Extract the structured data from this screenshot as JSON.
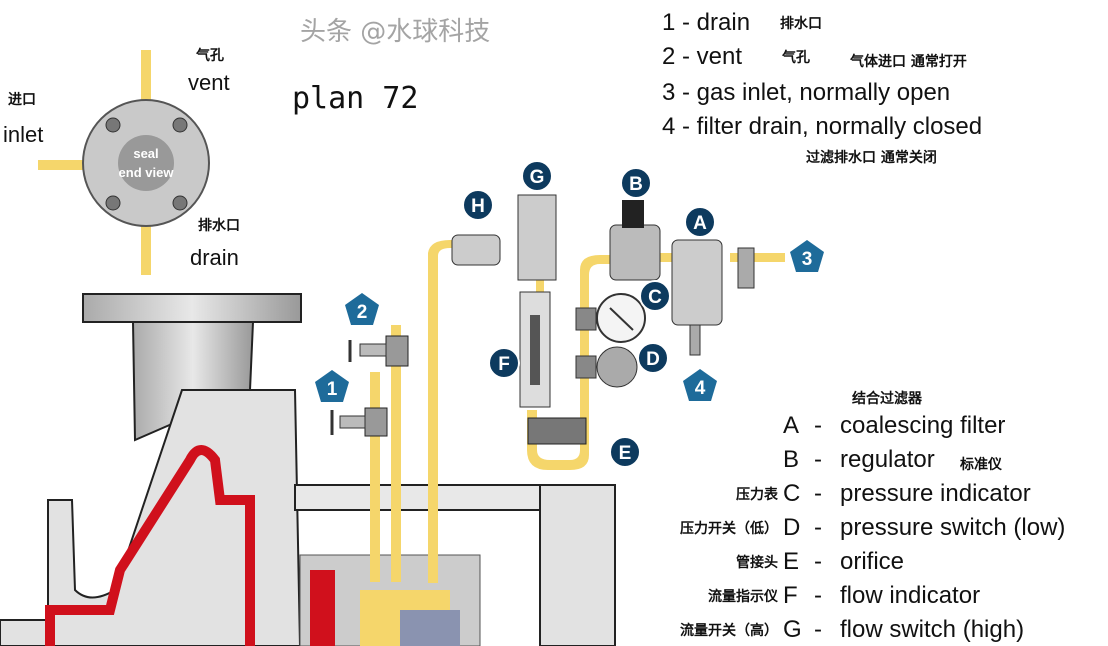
{
  "title": "plan 72",
  "seal_view": {
    "face_label_1": "seal",
    "face_label_2": "end view",
    "vent_cn": "气孔",
    "vent": "vent",
    "inlet_cn": "进口",
    "inlet": "inlet",
    "drain_cn": "排水口",
    "drain": "drain"
  },
  "connections_legend": [
    {
      "text": "1 - drain",
      "cn": "排水口"
    },
    {
      "text": "2 - vent",
      "cn": "气孔"
    },
    {
      "text": "3 - gas inlet, normally open",
      "cn": "气体进口 通常打开"
    },
    {
      "text": "4 - filter drain, normally closed",
      "cn": "过滤排水口 通常关闭"
    }
  ],
  "components_heading_cn": "结合过滤器",
  "components_legend": [
    {
      "letter": "A",
      "text": "coalescing filter",
      "cn": ""
    },
    {
      "letter": "B",
      "text": "regulator",
      "cn": "标准仪"
    },
    {
      "letter": "C",
      "text": "pressure indicator",
      "cn": "压力表"
    },
    {
      "letter": "D",
      "text": "pressure switch (low)",
      "cn": "压力开关（低）"
    },
    {
      "letter": "E",
      "text": "orifice",
      "cn": "管接头"
    },
    {
      "letter": "F",
      "text": "flow indicator",
      "cn": "流量指示仪"
    },
    {
      "letter": "G",
      "text": "flow switch (high)",
      "cn": "流量开关（高）"
    }
  ],
  "markers": {
    "num": [
      "1",
      "2",
      "3",
      "4"
    ],
    "letters": [
      "A",
      "B",
      "C",
      "D",
      "E",
      "F",
      "G",
      "H"
    ]
  },
  "watermark": "头条 @水球科技",
  "colors": {
    "pipe": "#f5d66b",
    "marker": "#0d3a5e",
    "marker_num": "#1e6b9a",
    "red": "#d0101c",
    "grey": "#c8c8c8"
  }
}
